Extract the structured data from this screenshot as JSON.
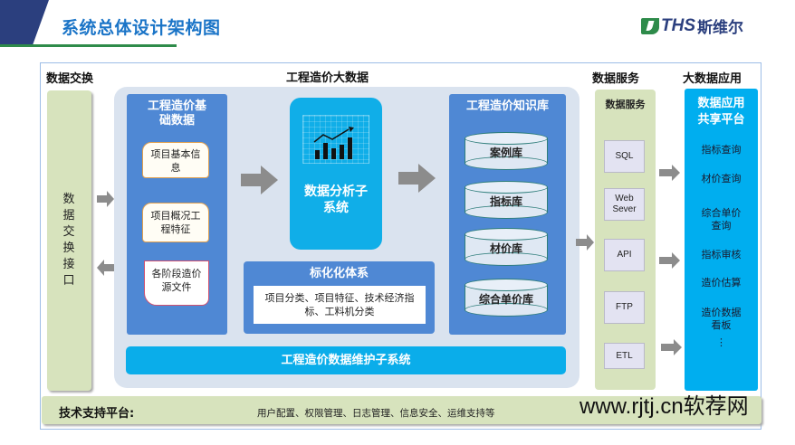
{
  "header": {
    "title": "系统总体设计架构图",
    "logo": {
      "brand": "THS",
      "name_cn": "斯维尔"
    }
  },
  "colors": {
    "title_blue": "#1a74c7",
    "navy": "#2b3f7e",
    "green_accent": "#2e8b4a",
    "panel_blue": "#4f88d4",
    "cyan": "#00aeef",
    "olive_panel": "#d7e3bd",
    "bigdata_bg": "#dae3ef"
  },
  "sections": {
    "data_exchange": "数据交换",
    "big_data": "工程造价大数据",
    "data_service": "数据服务",
    "big_data_app": "大数据应用"
  },
  "exchange": {
    "interface_label": "数据交换接口"
  },
  "basic_data": {
    "title": "工程造价基础数据",
    "docs": [
      "项目基本信息",
      "项目概况工程特征",
      "各阶段造价源文件"
    ]
  },
  "analysis": {
    "title": "数据分析子系统",
    "icon": "chart-trend-icon"
  },
  "standardization": {
    "title": "标化化体系",
    "content": "项目分类、项目特征、技术经济指标、工料机分类"
  },
  "knowledge_base": {
    "title": "工程造价知识库",
    "dbs": [
      "案例库",
      "指标库",
      "材价库",
      "综合单价库"
    ]
  },
  "maintenance": {
    "title": "工程造价数据维护子系统"
  },
  "data_service": {
    "title": "数据服务",
    "items": [
      "SQL",
      "Web Sever",
      "API",
      "FTP",
      "ETL"
    ]
  },
  "app_platform": {
    "title": "数据应用共享平台",
    "items": [
      "指标查询",
      "材价查询",
      "综合单价查询",
      "指标审核",
      "造价估算",
      "造价数据看板",
      "⋮"
    ]
  },
  "support": {
    "label": "技术支持平台:",
    "content": "用户配置、权限管理、日志管理、信息安全、运维支持等"
  },
  "watermark": "www.rjtj.cn软荐网"
}
